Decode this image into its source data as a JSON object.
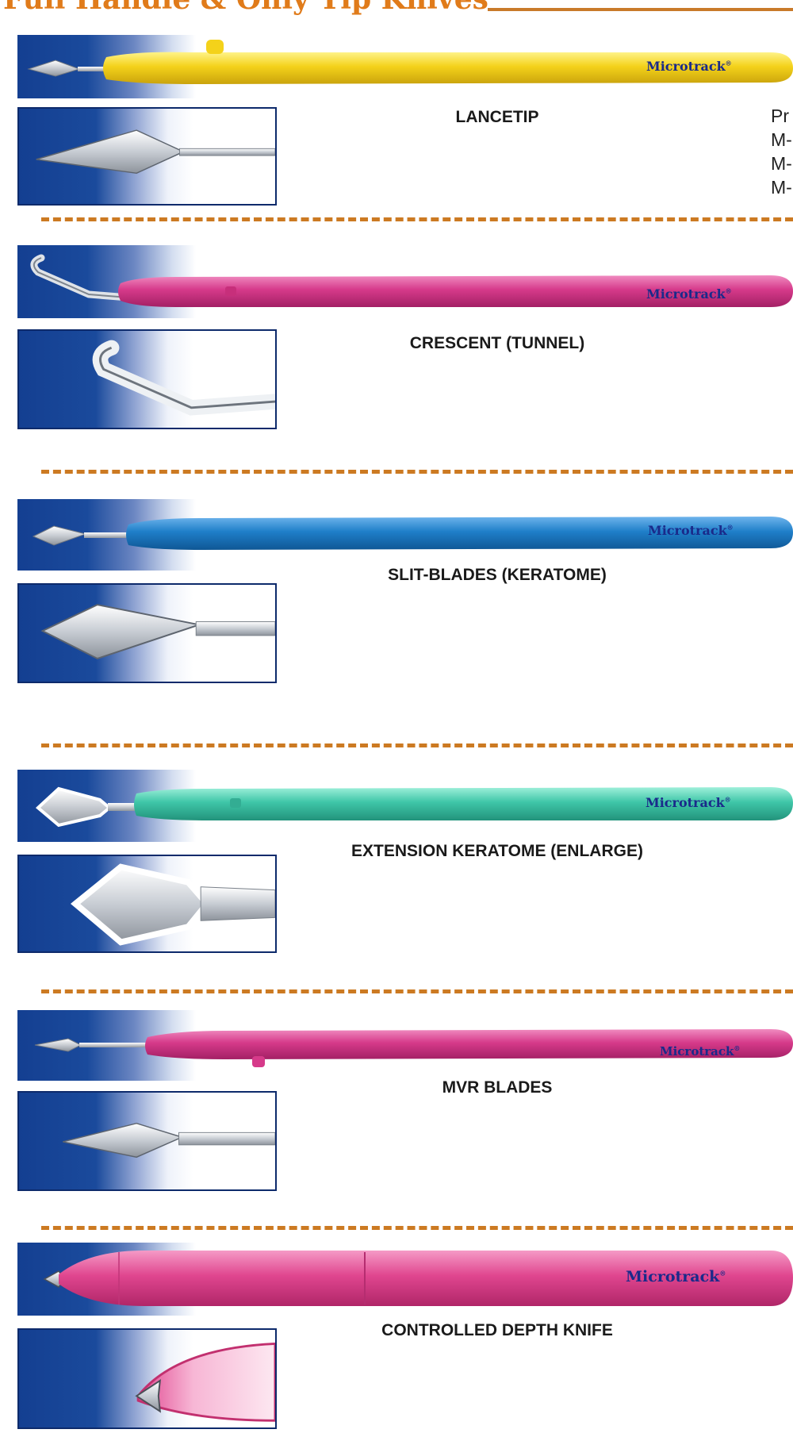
{
  "header": {
    "title": "Full Handle & Only Tip Knives"
  },
  "side_codes": {
    "heading_fragment": "Pr",
    "lines": [
      "M-",
      "M-",
      "M-"
    ]
  },
  "brand": {
    "name": "Microtrack",
    "mark": "®"
  },
  "products": [
    {
      "name": "LANCETIP",
      "handle_color": "#f4d21a"
    },
    {
      "name": "CRESCENT (TUNNEL)",
      "handle_color": "#d63a8a"
    },
    {
      "name": "SLIT-BLADES (KERATOME)",
      "handle_color": "#1f7fc9"
    },
    {
      "name": "EXTENSION KERATOME (ENLARGE)",
      "handle_color": "#3fc6a8"
    },
    {
      "name": "MVR BLADES",
      "handle_color": "#d63a8a"
    },
    {
      "name": "CONTROLLED DEPTH KNIFE",
      "handle_color": "#e0468f"
    }
  ],
  "colors": {
    "accent_orange": "#e07b1a",
    "divider": "#cc7a22",
    "banner_blue": "#143f91",
    "brand_text": "#1a2a8a"
  }
}
